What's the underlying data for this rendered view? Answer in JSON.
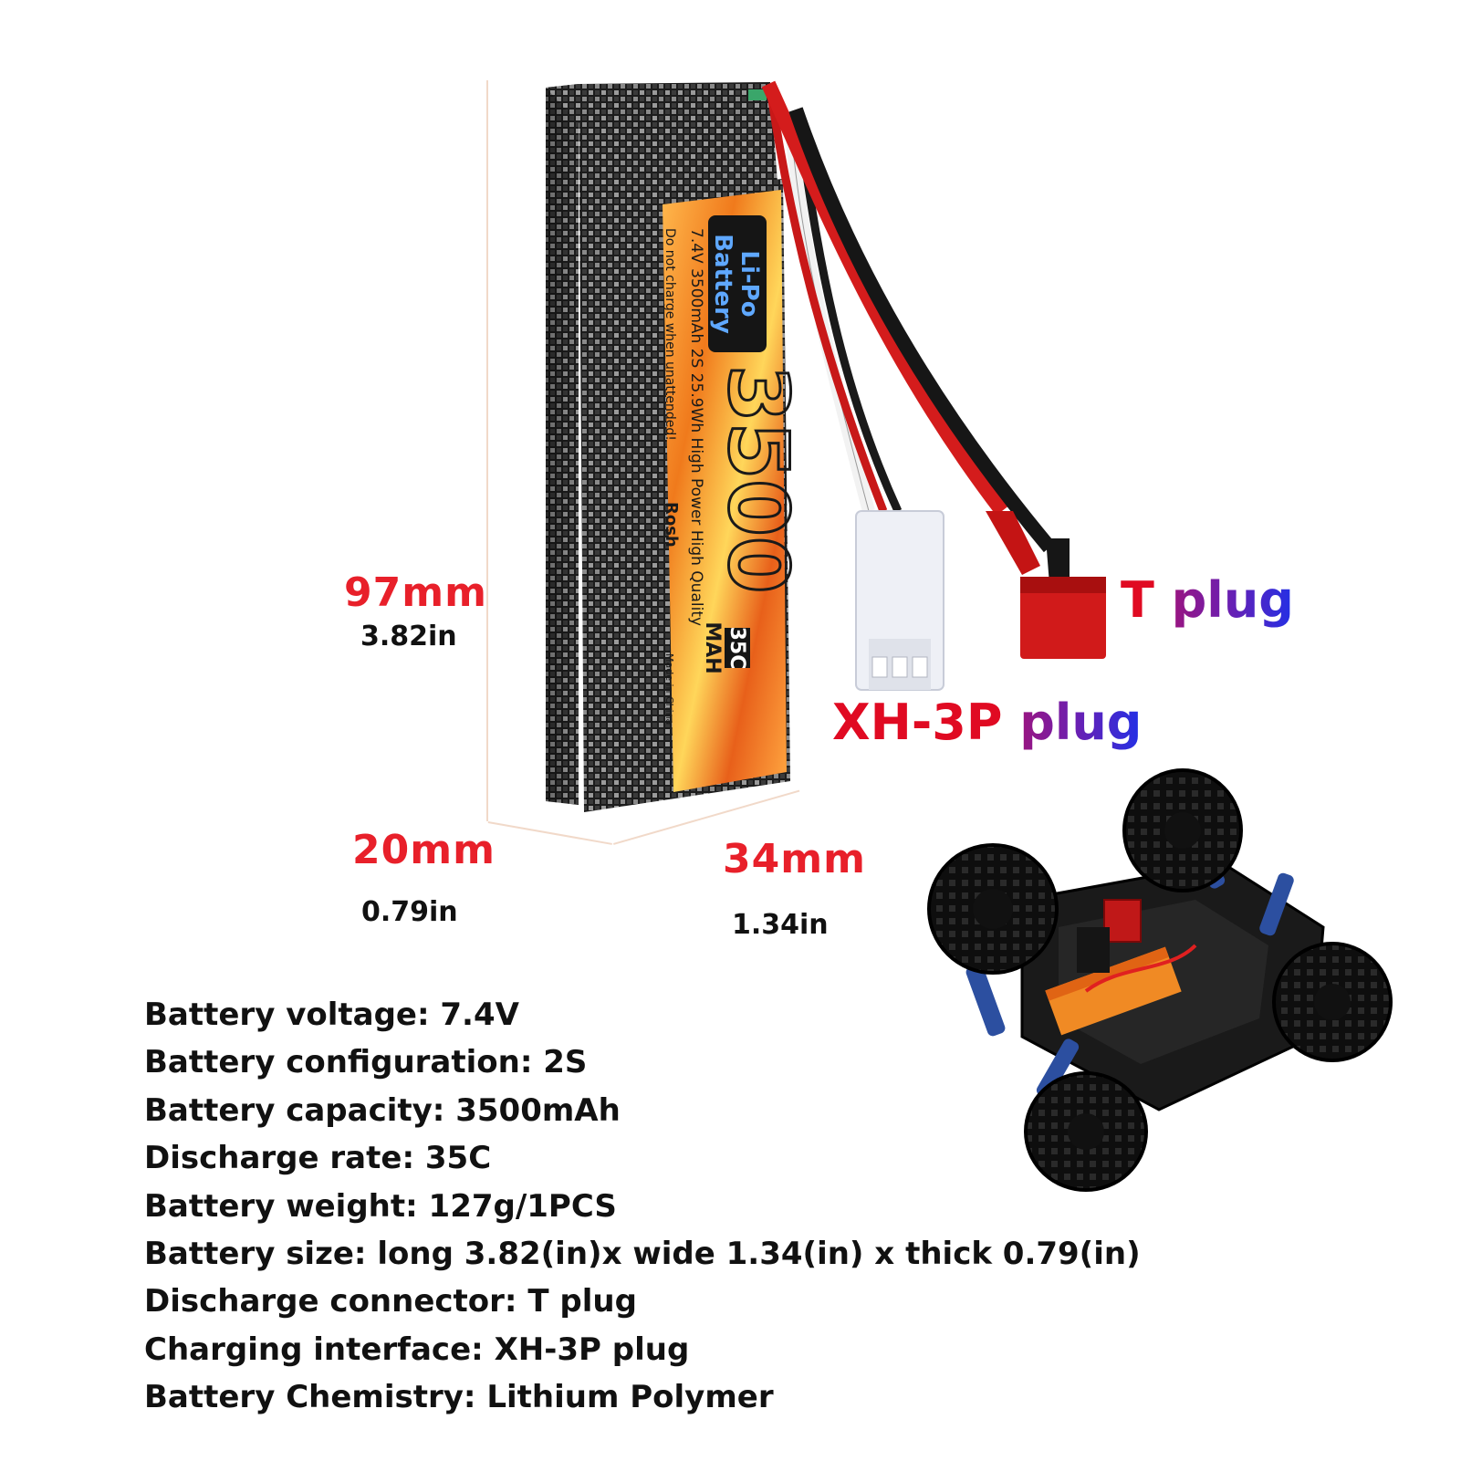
{
  "dimensions": {
    "length_mm": "97mm",
    "length_in": "3.82in",
    "thickness_mm": "20mm",
    "thickness_in": "0.79in",
    "width_mm": "34mm",
    "width_in": "1.34in"
  },
  "connectors": {
    "t_plug": {
      "first": "T",
      "second": "plug"
    },
    "xh_plug": {
      "first": "XH-3P",
      "second": "plug"
    }
  },
  "battery_label": {
    "type_line1": "Li-Po",
    "type_line2": "Battery",
    "capacity_big": "3500",
    "rating": "35C",
    "unit": "MAH",
    "spec_line": "7.4V 3500mAh 2S 25.9Wh High Power High Quality",
    "warning": "Do not charge when unattended!",
    "brand": "Rosh",
    "origin": "Made in China"
  },
  "specs": [
    "Battery voltage: 7.4V",
    "Battery configuration: 2S",
    "Battery capacity: 3500mAh",
    "Discharge rate: 35C",
    "Battery weight: 127g/1PCS",
    "Battery size: long 3.82(in)x wide 1.34(in) x thick 0.79(in)",
    "Discharge connector: T plug",
    "Charging interface: XH-3P plug",
    "Battery Chemistry: Lithium Polymer"
  ],
  "colors": {
    "mm_red": "#e8202a",
    "plug_red": "#e00a22",
    "plug_purple": "#7a1db0",
    "plug_blue": "#2230e6",
    "carbon_dark": "#1c1c1c",
    "carbon_light": "#9a9a9a",
    "label_orange": "#f07a1c"
  }
}
